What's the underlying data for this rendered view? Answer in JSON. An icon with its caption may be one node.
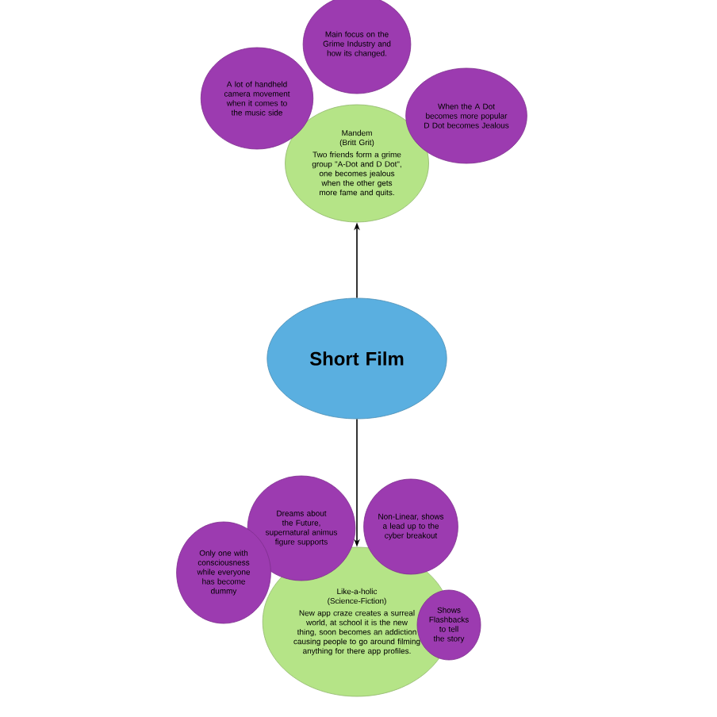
{
  "diagram": {
    "nodes": [
      {
        "text": [
          "Short Film"
        ]
      },
      {
        "text": [
          "Mandem (Britt Grit)",
          "Two friends form a grime group \"A-Dot and D Dot\", one becomes jealous when the other gets more fame and quits."
        ]
      },
      {
        "text": [
          "Main focus on the Grime Industry and how its changed."
        ]
      },
      {
        "text": [
          "A lot of handheld camera movement when it comes to the music side"
        ]
      },
      {
        "text": [
          "When the A Dot becomes more popular D Dot becomes Jealous"
        ]
      },
      {
        "text": [
          "Like-a-holic (Science-Fiction)",
          "New app craze creates a surreal world, at school it is the new thing, soon becomes an addiction causing people to go around filming anything for there app profiles."
        ]
      },
      {
        "text": [
          "Dreams about the Future, supernatural animus figure supports"
        ]
      },
      {
        "text": [
          "Non-Linear, shows a lead up to the cyber breakout"
        ]
      },
      {
        "text": [
          "Only one with consciousness while everyone has become dummy"
        ]
      },
      {
        "text": [
          "Shows Flashbacks to tell the story"
        ]
      }
    ],
    "edges": [
      {
        "from": 0,
        "to": 1,
        "arrow": "to"
      },
      {
        "from": 0,
        "to": 5,
        "arrow": "to"
      }
    ]
  }
}
